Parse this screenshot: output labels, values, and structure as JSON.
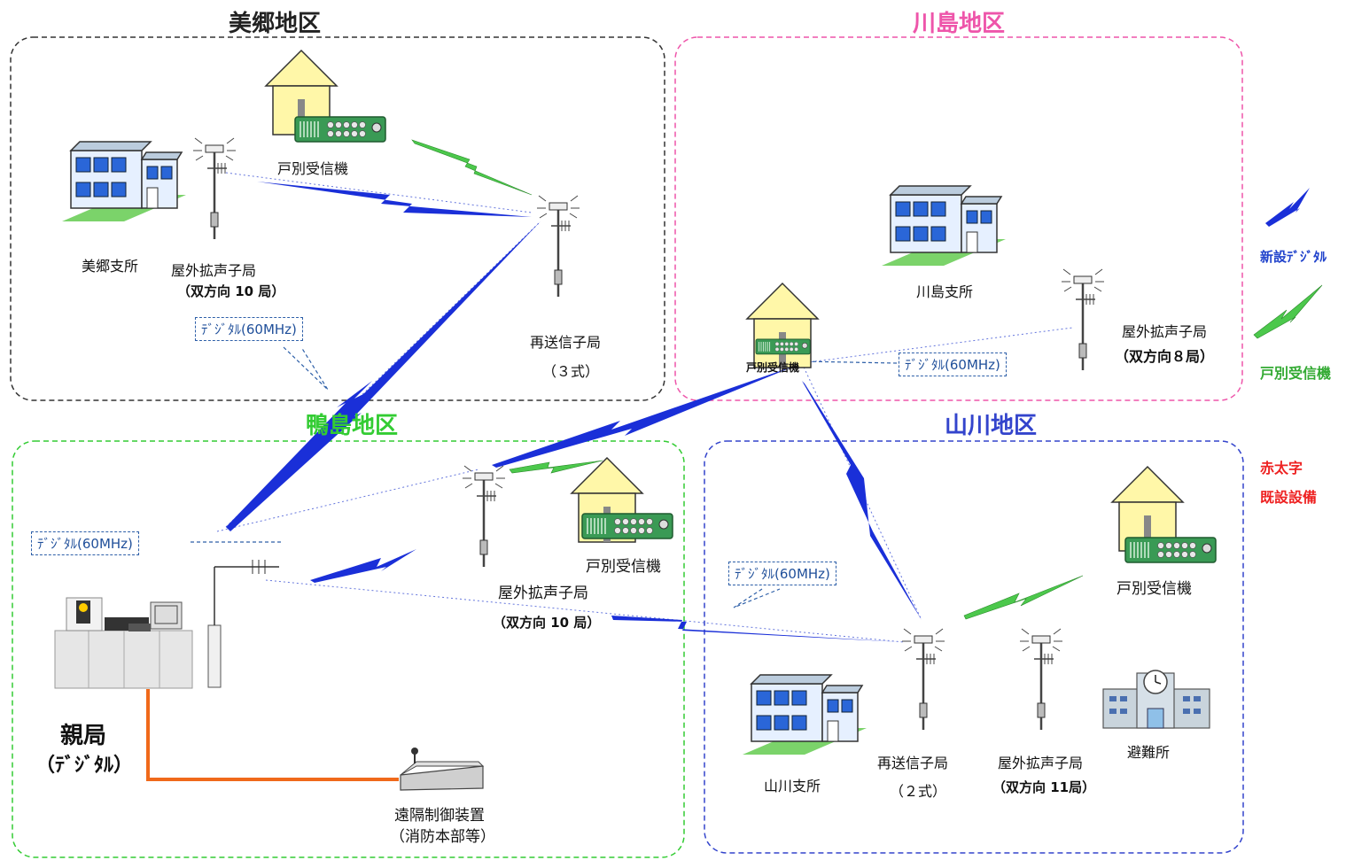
{
  "regions": {
    "misato": {
      "title": "美郷地区",
      "color": "#222222"
    },
    "kawashima": {
      "title": "川島地区",
      "color": "#ee55aa"
    },
    "kamoshima": {
      "title": "鴨島地区",
      "color": "#33cc33"
    },
    "yamakawa": {
      "title": "山川地区",
      "color": "#3344cc"
    }
  },
  "labels": {
    "misato_branch": "美郷支所",
    "misato_speaker": "屋外拡声子局",
    "misato_speaker_count": "（双方向 10 局）",
    "misato_receiver": "戸別受信機",
    "misato_relay": "再送信子局",
    "misato_relay_count": "（３式）",
    "kawashima_branch": "川島支所",
    "kawashima_receiver": "戸別受信機",
    "kawashima_speaker": "屋外拡声子局",
    "kawashima_speaker_count": "（双方向８局）",
    "kamoshima_receiver": "戸別受信機",
    "kamoshima_speaker": "屋外拡声子局",
    "kamoshima_speaker_count": "（双方向 10 局）",
    "master_station": "親局",
    "master_station_sub": "（ﾃﾞｼﾞﾀﾙ）",
    "remote_control": "遠隔制御装置",
    "remote_control_sub": "（消防本部等）",
    "yamakawa_receiver": "戸別受信機",
    "yamakawa_relay": "再送信子局",
    "yamakawa_relay_count": "（２式）",
    "yamakawa_speaker": "屋外拡声子局",
    "yamakawa_speaker_count": "（双方向 11局）",
    "yamakawa_branch": "山川支所",
    "evacuation_site": "避難所"
  },
  "digital_callouts": {
    "misato": "ﾃﾞｼﾞﾀﾙ(60MHz)",
    "kawashima": "ﾃﾞｼﾞﾀﾙ(60MHz)",
    "kamoshima": "ﾃﾞｼﾞﾀﾙ(60MHz)",
    "yamakawa": "ﾃﾞｼﾞﾀﾙ(60MHz)"
  },
  "legend": {
    "new_digital": "新設ﾃﾞｼﾞﾀﾙ",
    "household_receiver": "戸別受信機",
    "red_bold": "赤太字",
    "existing_equipment": "既設設備",
    "new_digital_color": "#2244cc",
    "household_color": "#33aa33",
    "existing_color": "#ee2222"
  }
}
